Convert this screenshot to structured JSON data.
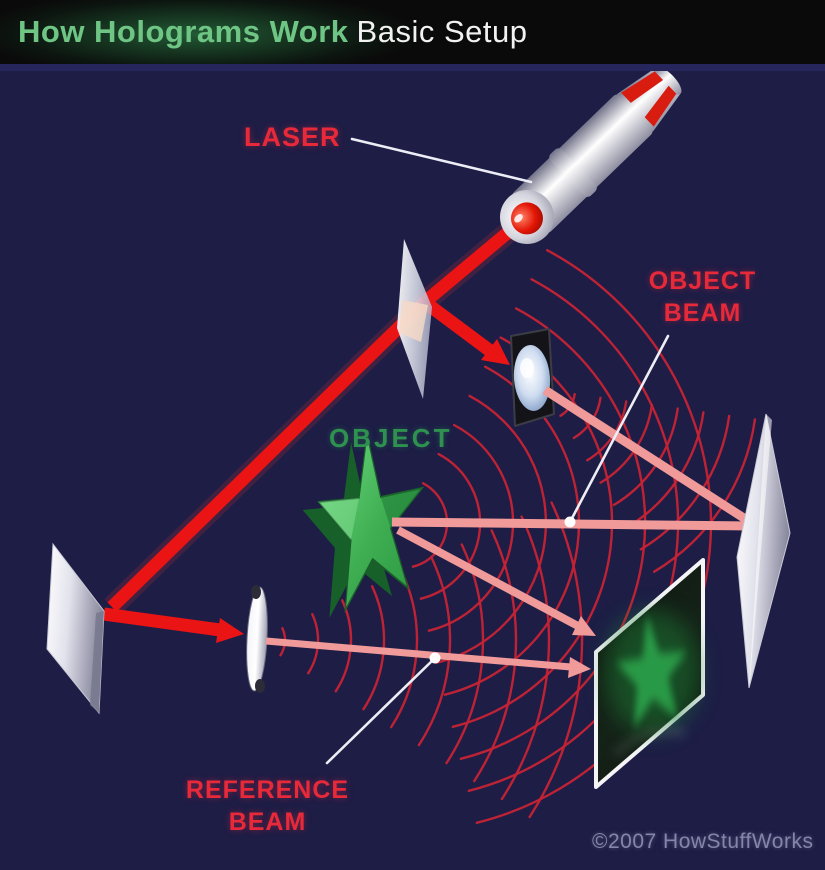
{
  "header": {
    "title_highlight": "How Holograms Work",
    "subtitle": "Basic Setup"
  },
  "labels": {
    "laser": "LASER",
    "object_beam_line1": "OBJECT",
    "object_beam_line2": "BEAM",
    "object": "OBJECT",
    "reference_beam_line1": "REFERENCE",
    "reference_beam_line2": "BEAM"
  },
  "footer": {
    "copyright": "©2007 HowStuffWorks"
  },
  "colors": {
    "bg": "#1d1d46",
    "title_bar": "#0a0a0a",
    "title_green": "#6fc584",
    "title_white": "#f2f2f2",
    "beam_red": "#ea1414",
    "beam_pink": "#f09a9a",
    "wavefront": "#c62335",
    "label_red": "#e8293a",
    "label_green": "#2e9150",
    "leader": "#ecedf5",
    "copyright": "#8585aa"
  }
}
